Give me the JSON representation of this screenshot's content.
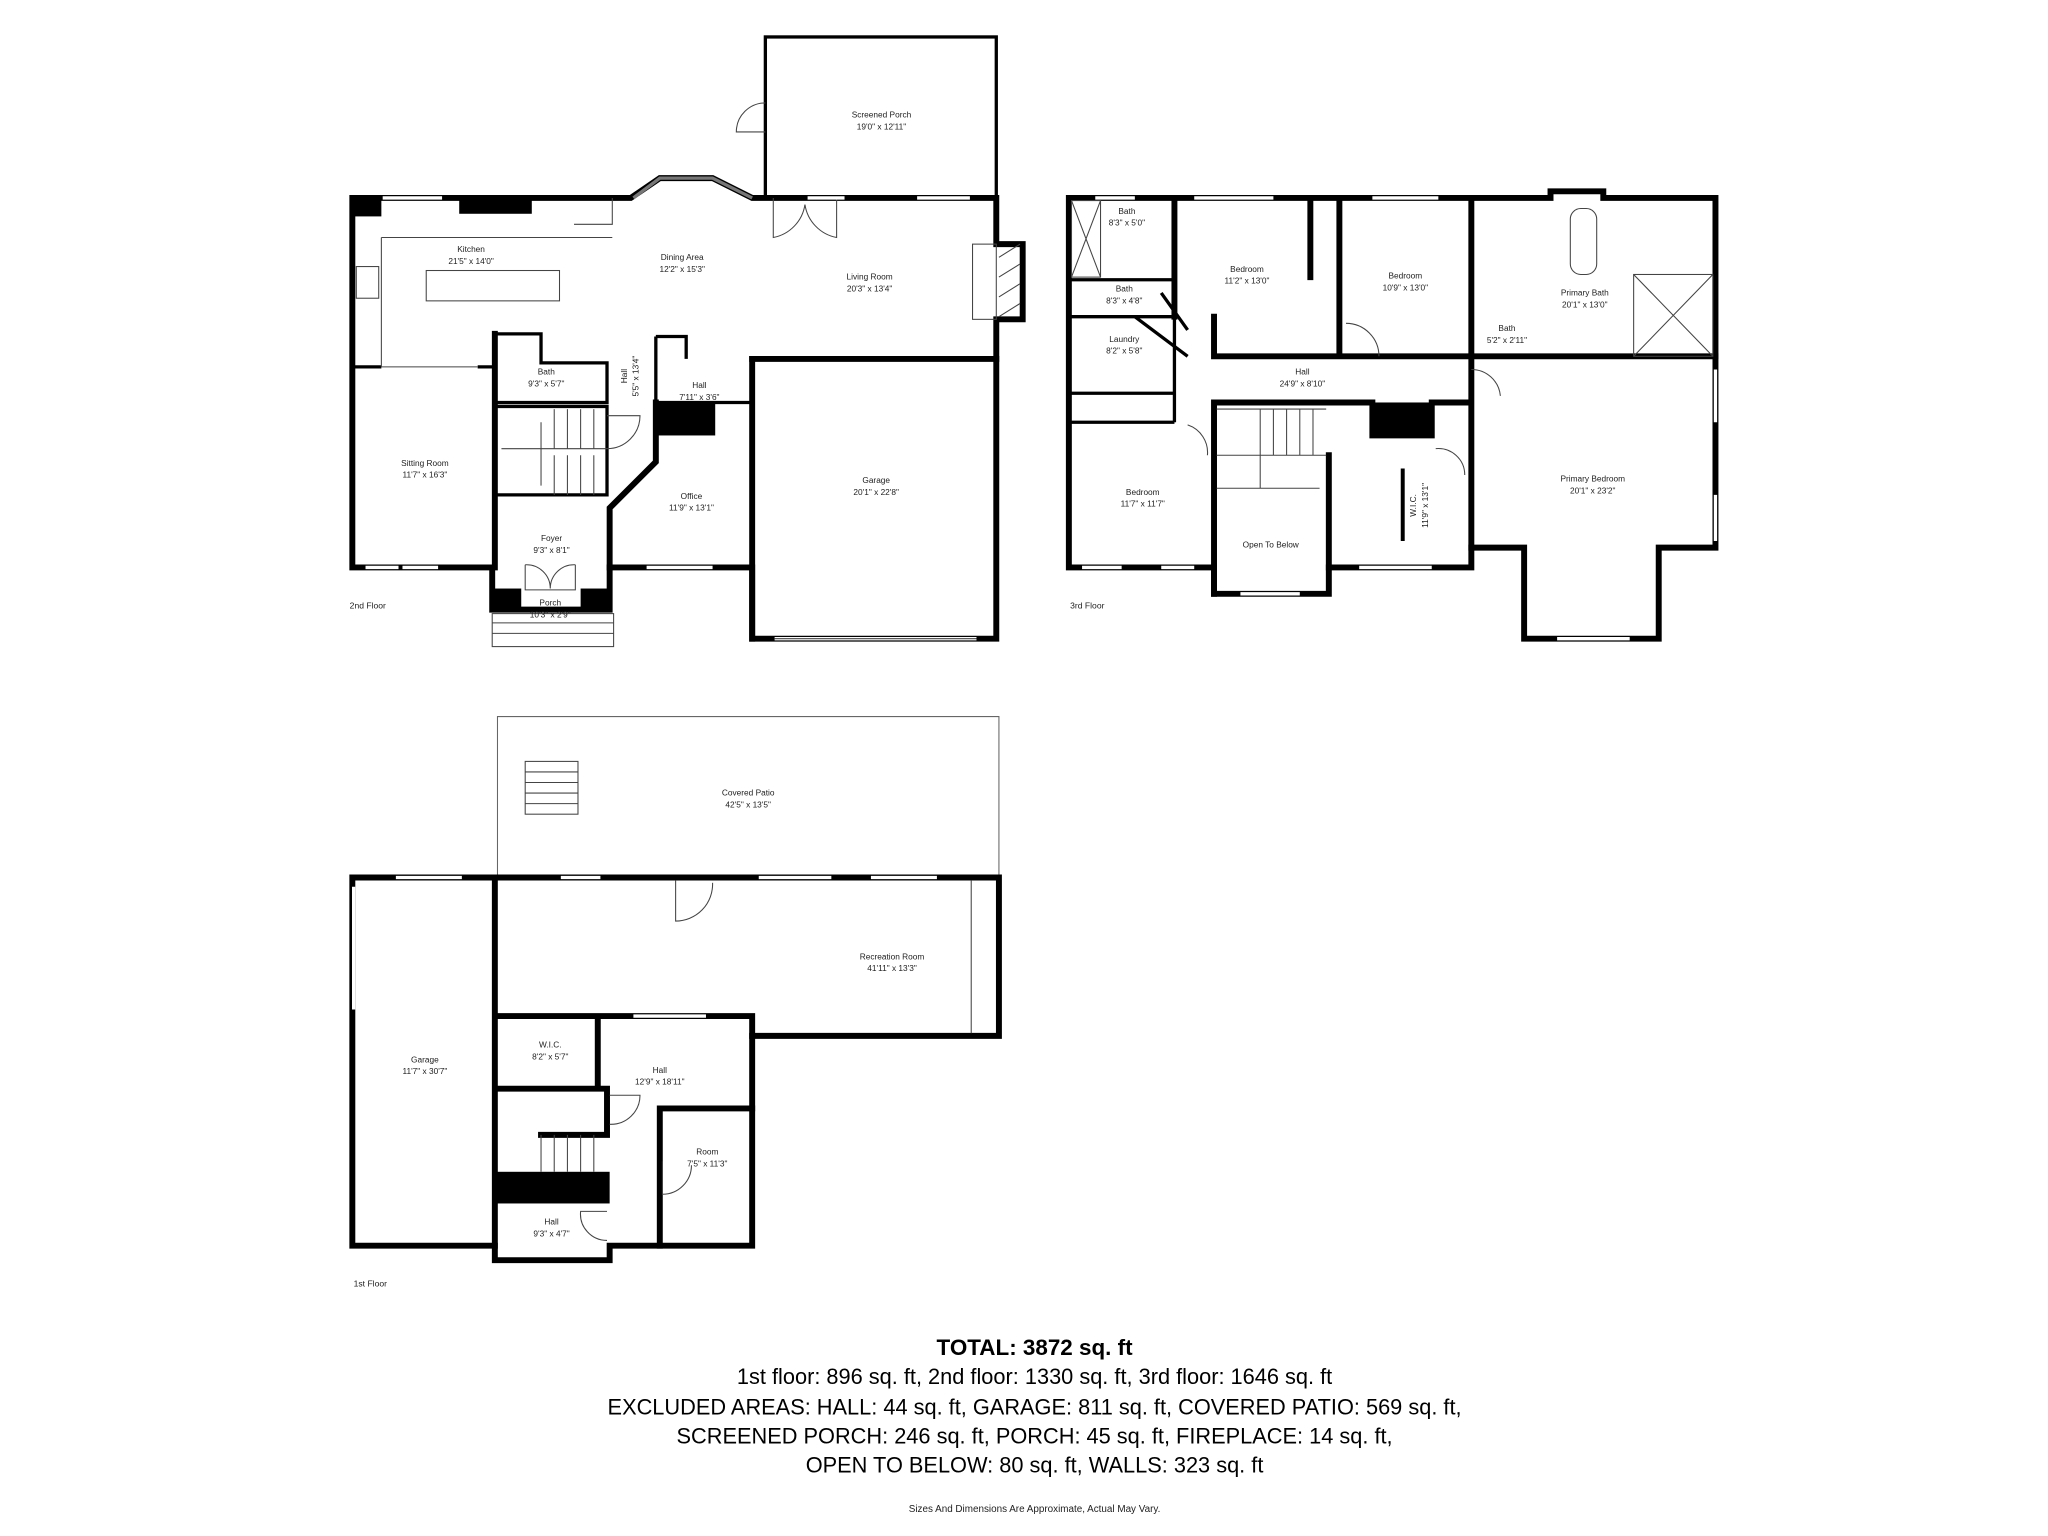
{
  "floors": {
    "second": {
      "label": "2nd Floor",
      "rooms": [
        {
          "name": "Kitchen",
          "dims": "21'5\" x 14'0\""
        },
        {
          "name": "Dining Area",
          "dims": "12'2\" x 15'3\""
        },
        {
          "name": "Living Room",
          "dims": "20'3\" x 13'4\""
        },
        {
          "name": "Bath",
          "dims": "9'3\" x 5'7\""
        },
        {
          "name": "Hall",
          "dims": "5'5\" x 13'4\""
        },
        {
          "name": "Hall",
          "dims": "7'11\" x 3'6\""
        },
        {
          "name": "Sitting Room",
          "dims": "11'7\" x 16'3\""
        },
        {
          "name": "Office",
          "dims": "11'9\" x 13'1\""
        },
        {
          "name": "Garage",
          "dims": "20'1\" x 22'8\""
        },
        {
          "name": "Foyer",
          "dims": "9'3\" x 8'1\""
        },
        {
          "name": "Porch",
          "dims": "10'3\" x 2'9\""
        },
        {
          "name": "Screened Porch",
          "dims": "19'0\" x 12'11\""
        }
      ]
    },
    "third": {
      "label": "3rd Floor",
      "rooms": [
        {
          "name": "Bath",
          "dims": "8'3\" x 5'0\""
        },
        {
          "name": "Bath",
          "dims": "8'3\" x 4'8\""
        },
        {
          "name": "Laundry",
          "dims": "8'2\" x 5'8\""
        },
        {
          "name": "Bedroom",
          "dims": "11'2\" x 13'0\""
        },
        {
          "name": "Bedroom",
          "dims": "10'9\" x 13'0\""
        },
        {
          "name": "Primary Bath",
          "dims": "20'1\" x 13'0\""
        },
        {
          "name": "Bath",
          "dims": "5'2\" x 2'11\""
        },
        {
          "name": "Hall",
          "dims": "24'9\" x 8'10\""
        },
        {
          "name": "Bedroom",
          "dims": "11'7\" x 11'7\""
        },
        {
          "name": "Open To Below",
          "dims": ""
        },
        {
          "name": "W.I.C.",
          "dims": "11'9\" x 13'1\""
        },
        {
          "name": "Primary Bedroom",
          "dims": "20'1\" x 23'2\""
        }
      ]
    },
    "first": {
      "label": "1st Floor",
      "rooms": [
        {
          "name": "Covered Patio",
          "dims": "42'5\" x 13'5\""
        },
        {
          "name": "Recreation Room",
          "dims": "41'11\" x 13'3\""
        },
        {
          "name": "Garage",
          "dims": "11'7\" x 30'7\""
        },
        {
          "name": "W.I.C.",
          "dims": "8'2\" x 5'7\""
        },
        {
          "name": "Hall",
          "dims": "12'9\" x 18'11\""
        },
        {
          "name": "Room",
          "dims": "7'5\" x 11'3\""
        },
        {
          "name": "Hall",
          "dims": "9'3\" x 4'7\""
        }
      ]
    }
  },
  "summary": {
    "total": "TOTAL: 3872 sq. ft",
    "lines": [
      "1st floor: 896 sq. ft, 2nd floor: 1330 sq. ft, 3rd floor: 1646 sq. ft",
      "EXCLUDED AREAS: HALL: 44 sq. ft, GARAGE: 811 sq. ft, COVERED PATIO: 569 sq. ft,",
      "SCREENED PORCH: 246 sq. ft, PORCH: 45 sq. ft, FIREPLACE: 14 sq. ft,",
      "OPEN TO BELOW: 80 sq. ft, WALLS: 323 sq. ft"
    ],
    "disclaimer": "Sizes And Dimensions Are Approximate, Actual May Vary."
  }
}
